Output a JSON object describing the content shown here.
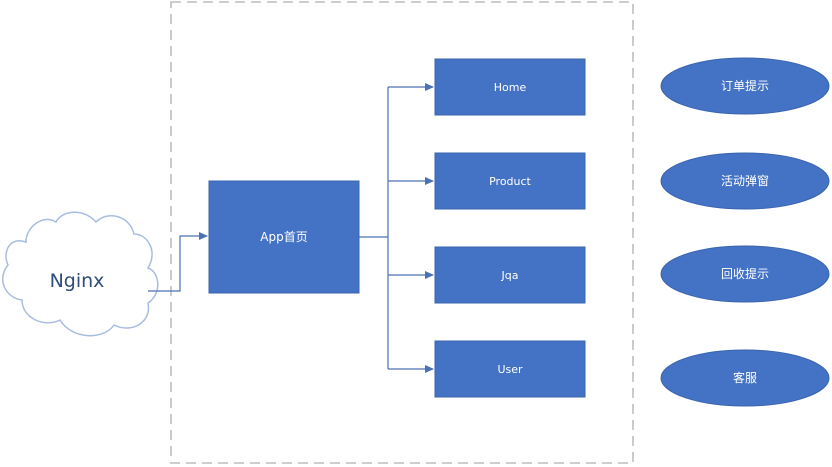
{
  "nginx": {
    "label": "Nginx"
  },
  "app": {
    "label": "App首页"
  },
  "pages": [
    {
      "id": "home",
      "label": "Home"
    },
    {
      "id": "product",
      "label": "Product"
    },
    {
      "id": "jqa",
      "label": "Jqa"
    },
    {
      "id": "user",
      "label": "User"
    }
  ],
  "features": [
    {
      "id": "order-tip",
      "label": "订单提示"
    },
    {
      "id": "activity-popup",
      "label": "活动弹窗"
    },
    {
      "id": "recycle-tip",
      "label": "回收提示"
    },
    {
      "id": "customer-service",
      "label": "客服"
    }
  ],
  "colors": {
    "box_fill": "#4472c4",
    "box_stroke": "#3a64ae",
    "connector": "#4a72b4",
    "container_border": "#bdbdbd",
    "cloud_stroke": "#a9bde0"
  }
}
